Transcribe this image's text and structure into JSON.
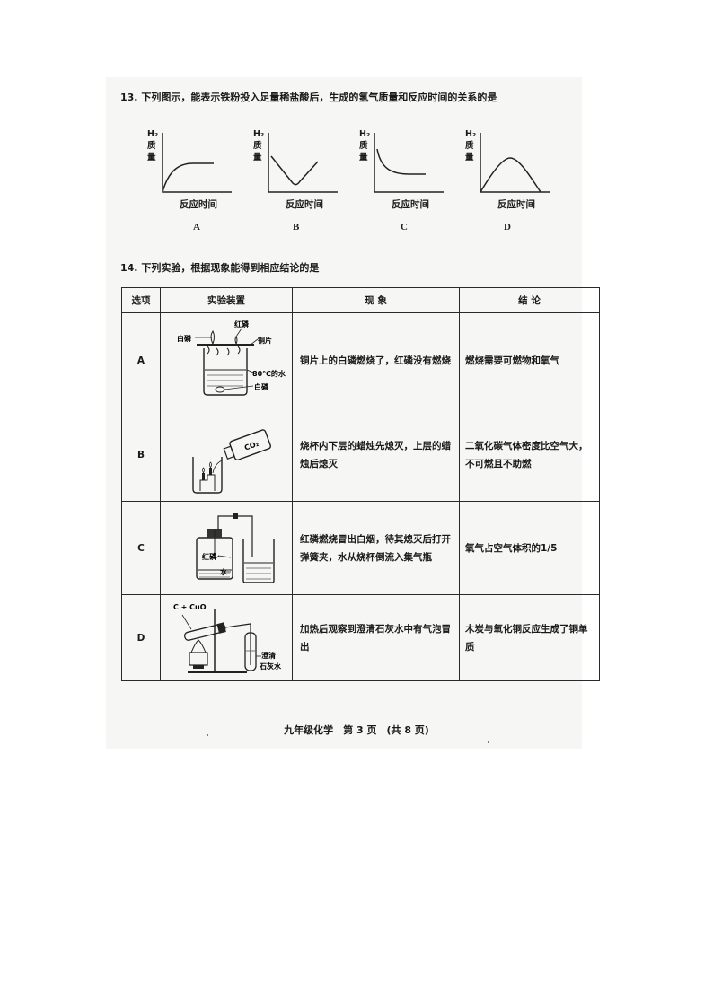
{
  "q13": {
    "title": "13. 下列图示，能表示铁粉投入足量稀盐酸后，生成的氢气质量和反应时间的关系的是",
    "graphs": [
      {
        "option": "A",
        "ylabel_top": "H₂",
        "ylabel_1": "质",
        "ylabel_2": "量",
        "xlabel": "反应时间"
      },
      {
        "option": "B",
        "ylabel_top": "H₂",
        "ylabel_1": "质",
        "ylabel_2": "量",
        "xlabel": "反应时间"
      },
      {
        "option": "C",
        "ylabel_top": "H₂",
        "ylabel_1": "质",
        "ylabel_2": "量",
        "xlabel": "反应时间"
      },
      {
        "option": "D",
        "ylabel_top": "H₂",
        "ylabel_1": "质",
        "ylabel_2": "量",
        "xlabel": "反应时间"
      }
    ]
  },
  "q14": {
    "title": "14. 下列实验，根据现象能得到相应结论的是",
    "headers": {
      "option": "选项",
      "apparatus": "实验装置",
      "phenomenon": "现 象",
      "conclusion": "结 论"
    },
    "rows": [
      {
        "option": "A",
        "phenomenon": "铜片上的白磷燃烧了，红磷没有燃烧",
        "conclusion": "燃烧需要可燃物和氧气",
        "labels": {
          "red_p": "红磷",
          "white_p_left": "白磷",
          "copper": "铜片",
          "water": "80℃的水",
          "white_p_bottom": "白磷"
        }
      },
      {
        "option": "B",
        "phenomenon": "烧杯内下层的蜡烛先熄灭，上层的蜡烛后熄灭",
        "conclusion": "二氧化碳气体密度比空气大，不可燃且不助燃",
        "labels": {
          "gas": "CO₂"
        }
      },
      {
        "option": "C",
        "phenomenon": "红磷燃烧冒出白烟，待其熄灭后打开弹簧夹，水从烧杯倒流入集气瓶",
        "conclusion": "氧气占空气体积的1/5",
        "labels": {
          "red_p": "红磷",
          "water": "水"
        }
      },
      {
        "option": "D",
        "phenomenon": "加热后观察到澄清石灰水中有气泡冒出",
        "conclusion": "木炭与氧化铜反应生成了铜单质",
        "labels": {
          "reactants": "C + CuO",
          "limewater_1": "澄清",
          "limewater_2": "石灰水"
        }
      }
    ]
  },
  "footer": "九年级化学　第 3 页　(共 8 页)"
}
